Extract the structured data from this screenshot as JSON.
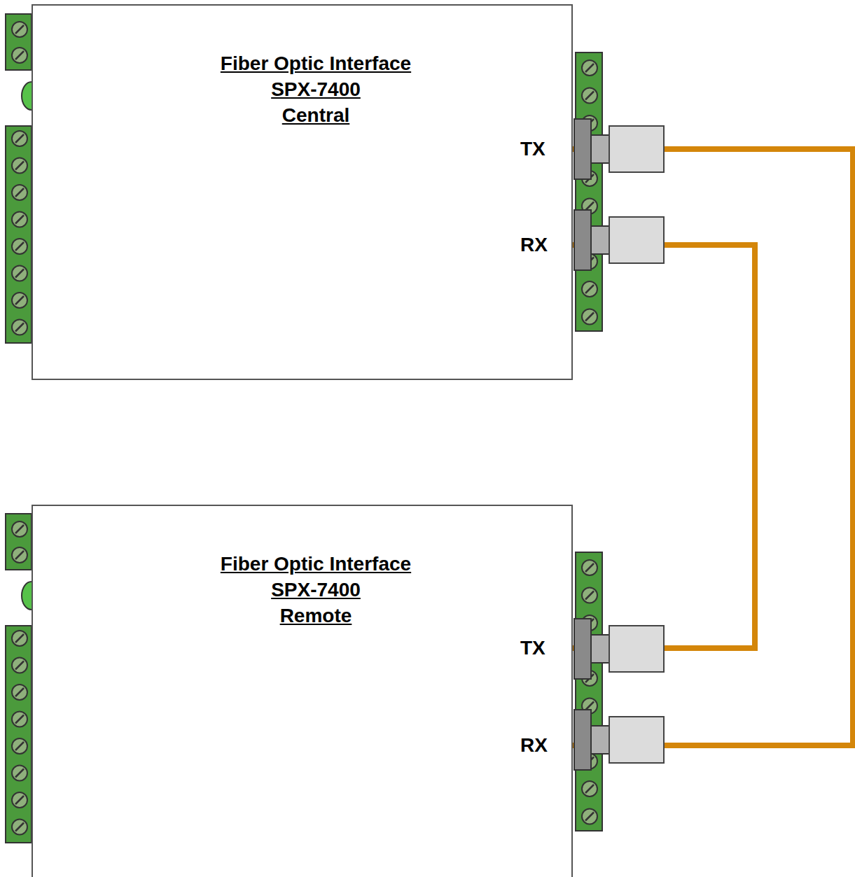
{
  "diagram": {
    "nodes": [
      {
        "text": [
          "Fiber Optic Interface",
          "SPX-7400",
          "Central"
        ]
      },
      {
        "text": [
          "Fiber Optic Interface",
          "SPX-7400",
          "Remote"
        ]
      }
    ],
    "edges": [
      {
        "from": 0,
        "to": 1,
        "arrow": "none"
      },
      {
        "from": 1,
        "to": 0,
        "arrow": "none"
      }
    ],
    "labels": [
      "TX",
      "RX",
      "TX",
      "RX"
    ]
  }
}
